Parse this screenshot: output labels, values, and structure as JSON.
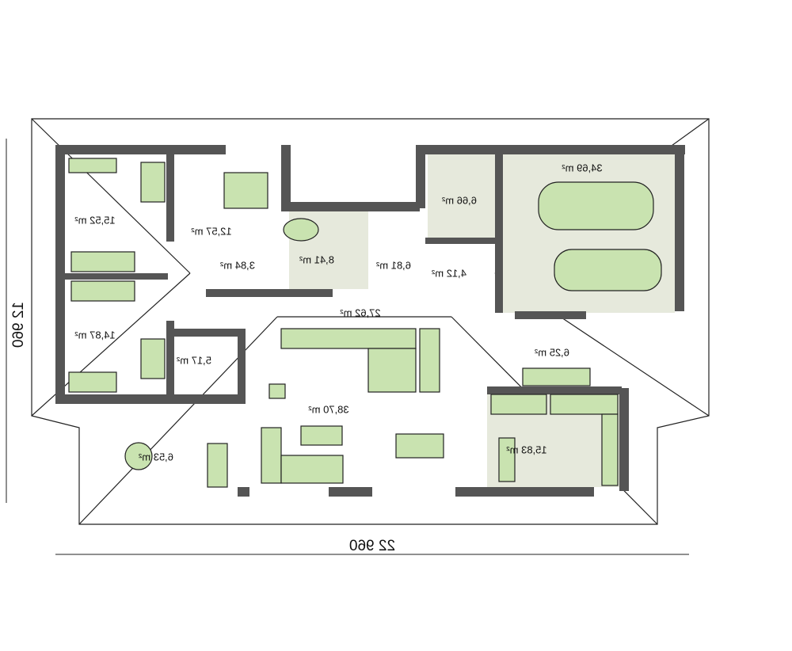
{
  "plan": {
    "rooms": [
      {
        "id": "bedroom-1",
        "area": "15,52 m²"
      },
      {
        "id": "bedroom-master",
        "area": "12,57 m²"
      },
      {
        "id": "wardrobe",
        "area": "3,84 m²"
      },
      {
        "id": "bathroom",
        "area": "8,41 m²"
      },
      {
        "id": "utility",
        "area": "6,81 m²"
      },
      {
        "id": "boiler-room",
        "area": "6,66 m²"
      },
      {
        "id": "garage",
        "area": "34,69 m²"
      },
      {
        "id": "wc",
        "area": "4,12 m²"
      },
      {
        "id": "hall",
        "area": "27,62 m²"
      },
      {
        "id": "bedroom-2",
        "area": "14,87 m²"
      },
      {
        "id": "bathroom-2",
        "area": "5,17 m²"
      },
      {
        "id": "living-room",
        "area": "38,70 m²"
      },
      {
        "id": "entrance",
        "area": "6,25 m²"
      },
      {
        "id": "kitchen",
        "area": "15,83 m²"
      },
      {
        "id": "terrace",
        "area": "6,53 m²"
      }
    ],
    "dimensions": {
      "width": "22 960",
      "depth": "12 960"
    },
    "colors": {
      "wall": "#555555",
      "furniture": "#c9e3b0",
      "floor": "#e6e9dc"
    }
  }
}
